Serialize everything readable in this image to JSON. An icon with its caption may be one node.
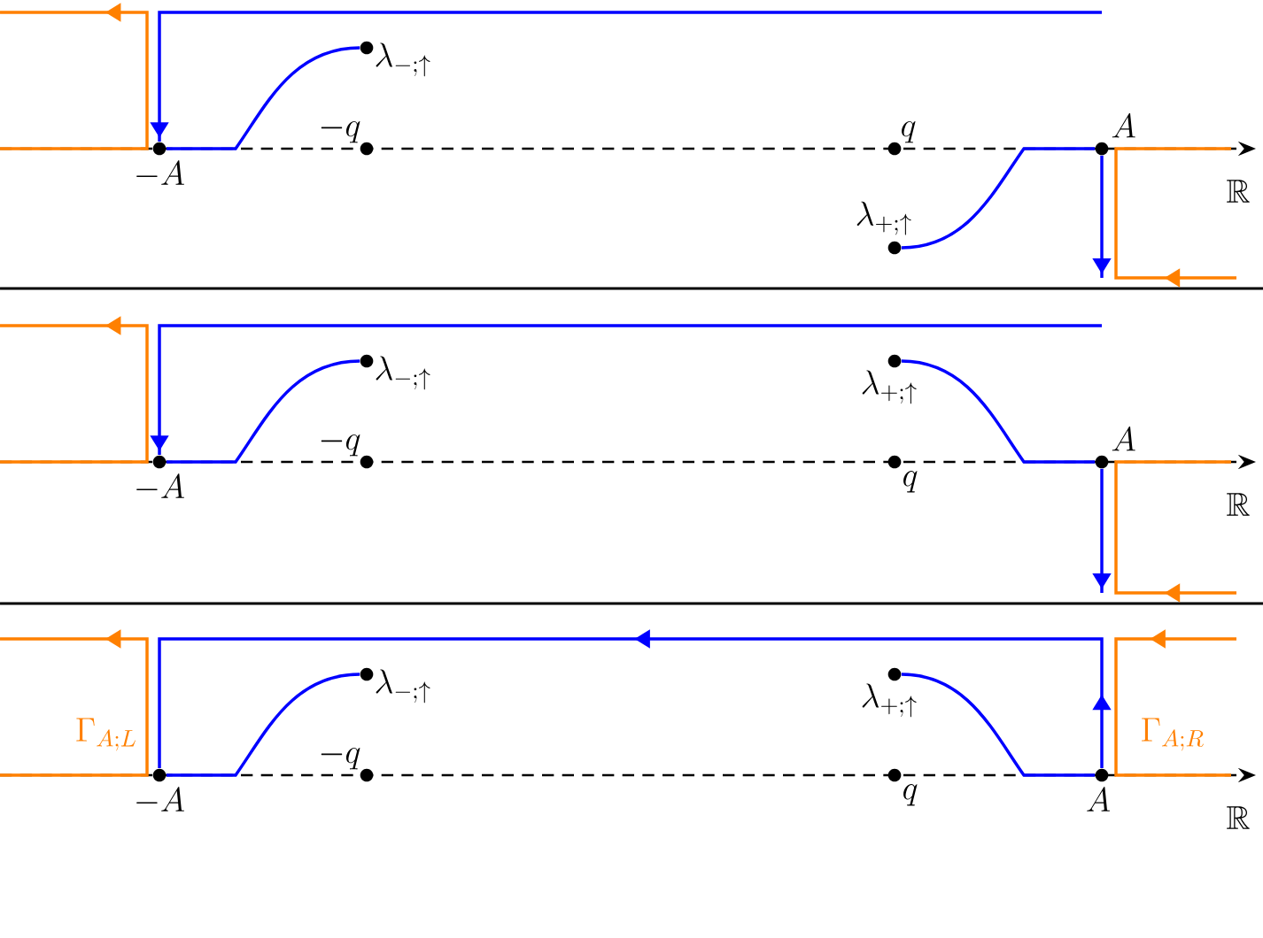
{
  "diagram": {
    "nodes": [
      {
        "text": [],
        "shape": "circle",
        "beside": [
          "\\lambda_{-;\\uparrow}"
        ]
      },
      {
        "text": [],
        "shape": "circle",
        "beside": [
          "-A"
        ]
      },
      {
        "text": [],
        "shape": "circle",
        "beside": [
          "-q"
        ]
      },
      {
        "text": [],
        "shape": "circle",
        "beside": [
          "q"
        ]
      },
      {
        "text": [],
        "shape": "circle",
        "beside": [
          "A"
        ]
      },
      {
        "text": [],
        "shape": "circle",
        "beside": [
          "\\lambda_{+;\\uparrow}"
        ]
      },
      {
        "text": [],
        "shape": "circle",
        "beside": [
          "\\lambda_{-;\\uparrow}"
        ]
      },
      {
        "text": [],
        "shape": "circle",
        "beside": [
          "\\lambda_{+;\\uparrow}"
        ]
      },
      {
        "text": [],
        "shape": "circle",
        "beside": [
          "-A"
        ]
      },
      {
        "text": [],
        "shape": "circle",
        "beside": [
          "-q"
        ]
      },
      {
        "text": [],
        "shape": "circle",
        "beside": [
          "q"
        ]
      },
      {
        "text": [],
        "shape": "circle",
        "beside": [
          "A"
        ]
      },
      {
        "text": [],
        "shape": "circle",
        "beside": [
          "\\lambda_{-;\\uparrow}"
        ]
      },
      {
        "text": [],
        "shape": "circle",
        "beside": [
          "\\lambda_{+;\\uparrow}"
        ]
      },
      {
        "text": [],
        "shape": "circle",
        "beside": [
          "-A"
        ]
      },
      {
        "text": [],
        "shape": "circle",
        "beside": [
          "-q"
        ]
      },
      {
        "text": [],
        "shape": "circle",
        "beside": [
          "q"
        ]
      },
      {
        "text": [],
        "shape": "circle",
        "beside": [
          "A"
        ]
      }
    ],
    "edges": [
      {
        "from": null,
        "to": 1,
        "arrow": "to"
      },
      {
        "from": 1,
        "to": 0,
        "arrow": "none"
      },
      {
        "from": 5,
        "to": 4,
        "arrow": "none"
      },
      {
        "from": 4,
        "to": null,
        "arrow": "to"
      },
      {
        "from": null,
        "to": 8,
        "arrow": "to"
      },
      {
        "from": 8,
        "to": 6,
        "arrow": "none"
      },
      {
        "from": 7,
        "to": 11,
        "arrow": "none"
      },
      {
        "from": 11,
        "to": null,
        "arrow": "to"
      },
      {
        "from": 14,
        "to": 12,
        "arrow": "none"
      },
      {
        "from": 13,
        "to": 17,
        "arrow": "none"
      },
      {
        "from": 17,
        "to": 14,
        "arrow": "to"
      }
    ],
    "labels": [
      "\\mathbb{R}",
      "\\mathbb{R}",
      "\\Gamma_{A;L}",
      "\\Gamma_{A;R}",
      "\\mathbb{R}"
    ]
  }
}
